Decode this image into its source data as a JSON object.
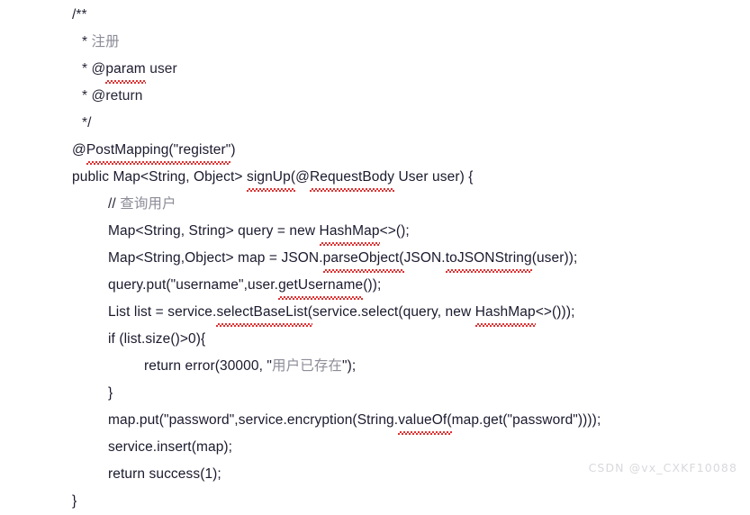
{
  "page": {
    "background_color": "#ffffff",
    "code_color": "#1a1a2e",
    "cjk_color": "#8d8d99",
    "squiggle_color": "#e03030",
    "watermark_color": "#d9d9dd",
    "language": "java"
  },
  "code": {
    "lines": [
      {
        "indent": 0,
        "segments": [
          {
            "text": "/**",
            "style": "comment"
          }
        ]
      },
      {
        "indent": 1,
        "segments": [
          {
            "text": "* ",
            "style": "comment"
          },
          {
            "text": "注册",
            "style": "cjk"
          }
        ]
      },
      {
        "indent": 1,
        "segments": [
          {
            "text": "* @",
            "style": "comment"
          },
          {
            "text": "param",
            "style": "comment",
            "squiggle": true
          },
          {
            "text": " user",
            "style": "comment"
          }
        ]
      },
      {
        "indent": 1,
        "segments": [
          {
            "text": "* @return",
            "style": "comment"
          }
        ]
      },
      {
        "indent": 1,
        "segments": [
          {
            "text": "*/",
            "style": "comment"
          }
        ]
      },
      {
        "indent": 0,
        "segments": [
          {
            "text": "@",
            "style": "code"
          },
          {
            "text": "PostMapping(\"register\"",
            "style": "code",
            "squiggle": true
          },
          {
            "text": ")",
            "style": "code"
          }
        ]
      },
      {
        "indent": 0,
        "segments": [
          {
            "text": "public Map<String, Object> ",
            "style": "code"
          },
          {
            "text": "signUp(",
            "style": "code",
            "squiggle": true
          },
          {
            "text": "@",
            "style": "code"
          },
          {
            "text": "RequestBody",
            "style": "code",
            "squiggle": true
          },
          {
            "text": " User user) {",
            "style": "code"
          }
        ]
      },
      {
        "indent": 2,
        "segments": [
          {
            "text": "// ",
            "style": "comment"
          },
          {
            "text": "查询用户",
            "style": "cjk"
          }
        ]
      },
      {
        "indent": 2,
        "segments": [
          {
            "text": "Map<String, String> query = new ",
            "style": "code"
          },
          {
            "text": "HashMap",
            "style": "code",
            "squiggle": true
          },
          {
            "text": "<>();",
            "style": "code"
          }
        ]
      },
      {
        "indent": 2,
        "segments": [
          {
            "text": "Map<String,Object> map = JSON.",
            "style": "code"
          },
          {
            "text": "parseObject(",
            "style": "code",
            "squiggle": true
          },
          {
            "text": "JSON.",
            "style": "code"
          },
          {
            "text": "toJSONString",
            "style": "code",
            "squiggle": true
          },
          {
            "text": "(user));",
            "style": "code"
          }
        ]
      },
      {
        "indent": 2,
        "segments": [
          {
            "text": "query.put(\"username\",user.",
            "style": "code"
          },
          {
            "text": "getUsername",
            "style": "code",
            "squiggle": true
          },
          {
            "text": "());",
            "style": "code"
          }
        ]
      },
      {
        "indent": 2,
        "segments": [
          {
            "text": "List list = service.",
            "style": "code"
          },
          {
            "text": "selectBaseList(",
            "style": "code",
            "squiggle": true
          },
          {
            "text": "service.select(query, new ",
            "style": "code"
          },
          {
            "text": "HashMap",
            "style": "code",
            "squiggle": true
          },
          {
            "text": "<>()));",
            "style": "code"
          }
        ]
      },
      {
        "indent": 2,
        "segments": [
          {
            "text": "if (list.size()>0){",
            "style": "code"
          }
        ]
      },
      {
        "indent": 3,
        "segments": [
          {
            "text": "return error(30000, \"",
            "style": "code"
          },
          {
            "text": "用户已存在",
            "style": "cjk"
          },
          {
            "text": "\");",
            "style": "code"
          }
        ]
      },
      {
        "indent": 2,
        "segments": [
          {
            "text": "}",
            "style": "code"
          }
        ]
      },
      {
        "indent": 2,
        "segments": [
          {
            "text": "map.put(\"password\",service.encryption(String.",
            "style": "code"
          },
          {
            "text": "valueOf(",
            "style": "code",
            "squiggle": true
          },
          {
            "text": "map.get(\"password\"))));",
            "style": "code"
          }
        ]
      },
      {
        "indent": 2,
        "segments": [
          {
            "text": "service.insert(map);",
            "style": "code"
          }
        ]
      },
      {
        "indent": 2,
        "segments": [
          {
            "text": "return success(1);",
            "style": "code"
          }
        ]
      },
      {
        "indent": 0,
        "segments": [
          {
            "text": "}",
            "style": "code"
          }
        ]
      }
    ]
  },
  "watermark": {
    "text": "CSDN @vx_CXKF10088"
  }
}
